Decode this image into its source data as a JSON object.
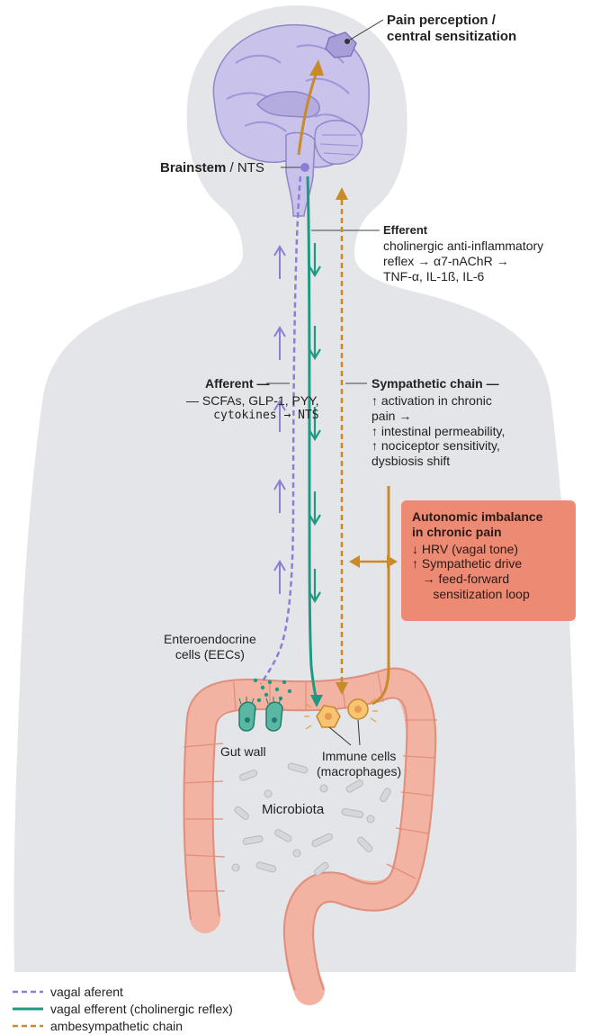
{
  "labels": {
    "pain_perception": "Pain perception /\ncentral sensitization",
    "brainstem": "Brainstem",
    "nts": " / NTS",
    "efferent_title": "Efferent",
    "efferent_desc": "cholinergic anti-inflammatory\nreflex → α7-nAChR →\nTNF-α, IL-1ß, IL-6",
    "afferent_title": "Afferent —",
    "afferent_desc_1": "— SCFAs, GLP-1, PYY,",
    "afferent_desc_2": "cytokines → NTS",
    "sympathetic_title": "Sympathetic chain —",
    "sympathetic_desc": "↑ activation in chronic\npain →\n↑ intestinal permeability,\n↑ nociceptor sensitivity,\ndysbiosis shift",
    "imbalance_title": "Autonomic imbalance\nin chronic pain",
    "imbalance_desc": "↓ HRV (vagal tone)\n↑ Sympathetic drive\n   → feed-forward\n      sensitization loop",
    "eec": "Enteroendocrine\ncells (EECs)",
    "gut_wall": "Gut wall",
    "immune_cells": "Immune cells\n(macrophages)",
    "microbiota": "Microbiota"
  },
  "legend": [
    {
      "label": "vagal aferent",
      "style": "dashed",
      "color": "#8a7fd6"
    },
    {
      "label": "vagal efferent (cholinergic reflex)",
      "style": "solid",
      "color": "#1f9a82"
    },
    {
      "label": "ambesympathetic chain",
      "style": "dashed",
      "color": "#c98a2a"
    }
  ],
  "colors": {
    "body": "#e4e5e8",
    "brain": "#c9c2ea",
    "afferent": "#8a7fd6",
    "efferent": "#1f9a82",
    "sympathetic": "#c98a2a",
    "colon": "#f3b3a3",
    "imbalance_box": "#ec8a74",
    "immune": "#f6c472"
  }
}
